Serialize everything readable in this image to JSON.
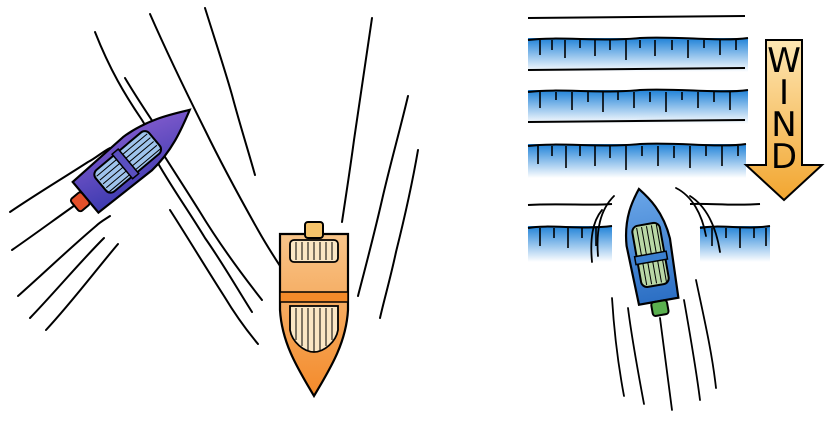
{
  "illustration": {
    "left_scene": {
      "boats": [
        {
          "name": "purple-boat",
          "hull_color": "#6b4fc4",
          "deck_color": "#9fc3ec",
          "motor_color": "#e4502a"
        },
        {
          "name": "orange-boat",
          "hull_color": "#f6a04a",
          "deck_color": "#fbe7c4",
          "motor_color": "#f5c36a"
        }
      ]
    },
    "right_scene": {
      "boat": {
        "name": "blue-green-boat",
        "hull_color": "#4a90d9",
        "deck_color": "#b9d7a6",
        "motor_color": "#5ab04f"
      },
      "wave_color": "#2f8fde",
      "wind_label": "WIND",
      "wind_arrow_color": "#f3b13a"
    }
  }
}
